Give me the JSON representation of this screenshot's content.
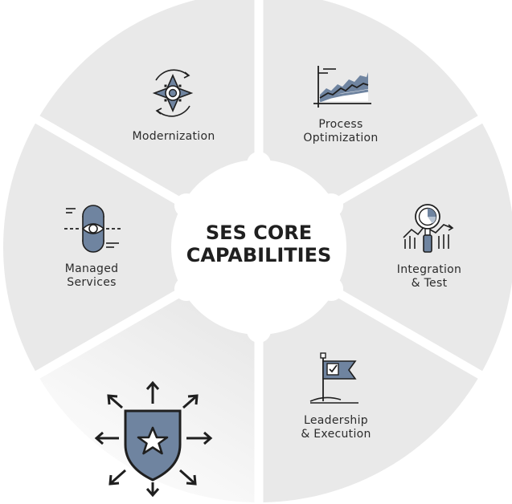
{
  "center": {
    "line1": "SES CORE",
    "line2": "CAPABILITIES"
  },
  "segments": [
    {
      "line1": "Modernization",
      "line2": "",
      "icon": "compass-arrows-icon"
    },
    {
      "line1": "Process",
      "line2": "Optimization",
      "icon": "chart-trend-icon"
    },
    {
      "line1": "Integration",
      "line2": "& Test",
      "icon": "magnifier-chart-icon"
    },
    {
      "line1": "Leadership",
      "line2": "& Execution",
      "icon": "flag-check-icon"
    },
    {
      "line1": "",
      "line2": "",
      "icon": "shield-star-icon"
    },
    {
      "line1": "Managed",
      "line2": "Services",
      "icon": "eye-lens-icon"
    }
  ],
  "colors": {
    "segment": "#e9e9e9",
    "accent": "#6f84a0",
    "stroke": "#1f1f1f",
    "gap": "#ffffff"
  }
}
